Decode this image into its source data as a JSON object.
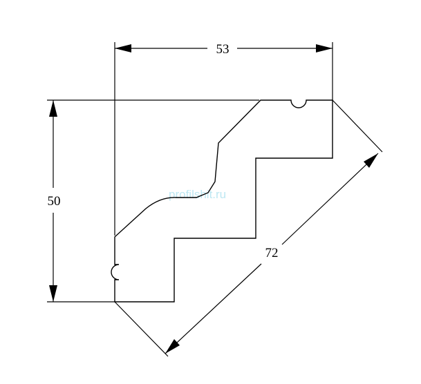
{
  "drawing": {
    "dimensions": {
      "width_label": "53",
      "height_label": "50",
      "diagonal_label": "72"
    },
    "watermark": "profilshit.ru",
    "colors": {
      "line": "#000000",
      "watermark": "#a8e0ee",
      "background": "#ffffff"
    }
  }
}
